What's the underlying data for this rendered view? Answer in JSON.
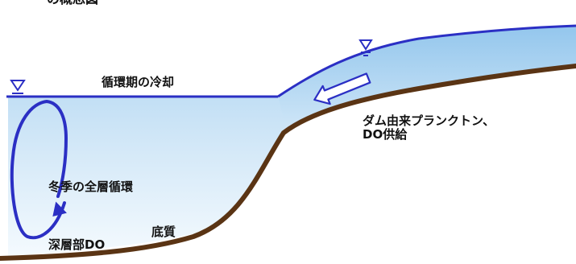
{
  "diagram": {
    "top_label": "の概念図",
    "labels": {
      "surface_cooling": "循環期の冷却",
      "dam_supply_line1": "ダム由来プランクトン、",
      "dam_supply_line2": "DO供給",
      "winter_circulation": "冬季の全層循環",
      "deep_do": "深層部DO",
      "sediment": "底質"
    },
    "colors": {
      "water_deep": "#a9d2f0",
      "water_light": "#eef7fd",
      "surface_line": "#2b2fc4",
      "bed": "#5a3414",
      "arrow_outline": "#2b2fc4",
      "arrow_fill": "#ffffff"
    },
    "icons": [
      "water-level-icon-lake",
      "water-level-icon-river",
      "circulation-loop-arrow-icon",
      "inflow-arrow-icon"
    ]
  }
}
